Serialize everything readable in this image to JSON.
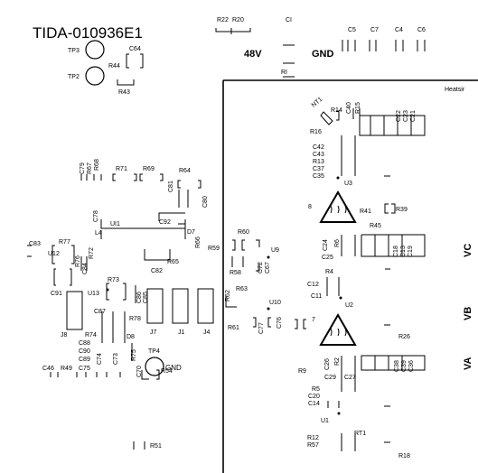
{
  "board_id": "TIDA-010936E1",
  "nets": {
    "v48": "48V",
    "gnd": "GND",
    "gnd_tp": "GND",
    "phase_c": "VC",
    "phase_b": "VB",
    "phase_a": "VA"
  },
  "heatsink_label": "Heatsir",
  "warning_numbers": [
    "8",
    "7"
  ],
  "labels": [
    "R22",
    "R20",
    "CI",
    "C5",
    "C7",
    "C4",
    "C6",
    "RI",
    "NT1",
    "TP3",
    "TP2",
    "C64",
    "R44",
    "R43",
    "R14",
    "C40",
    "R15",
    "C22",
    "C23",
    "C21",
    "R16",
    "C42",
    "C43",
    "R13",
    "C37",
    "C35",
    "U3",
    "R41",
    "R39",
    "R45",
    "C24",
    "R6",
    "C25",
    "C18",
    "C13",
    "C19",
    "C79",
    "R67",
    "R68",
    "R71",
    "R69",
    "R64",
    "C81",
    "C80",
    "C78",
    "UI1",
    "C92",
    "D7",
    "L4",
    "R66",
    "C83",
    "R77",
    "U12",
    "R72",
    "C84",
    "R76",
    "R65",
    "C82",
    "R59",
    "R60",
    "U9",
    "C72",
    "C67",
    "R58",
    "C91",
    "R73",
    "U13",
    "C86",
    "C85",
    "R78",
    "R62",
    "R63",
    "U10",
    "C77",
    "C76",
    "R61",
    "J8",
    "R74",
    "C88",
    "C90",
    "C89",
    "C87",
    "D8",
    "R75",
    "J7",
    "J1",
    "J4",
    "R4",
    "C12",
    "C11",
    "U2",
    "R26",
    "C26",
    "R2",
    "C27",
    "C38",
    "C39",
    "C36",
    "R9",
    "C29",
    "R5",
    "C20",
    "C14",
    "U1",
    "RT1",
    "R12",
    "R57",
    "R18",
    "TP4",
    "C46",
    "R49",
    "C75",
    "C74",
    "C73",
    "C70",
    "R54",
    "R51"
  ]
}
